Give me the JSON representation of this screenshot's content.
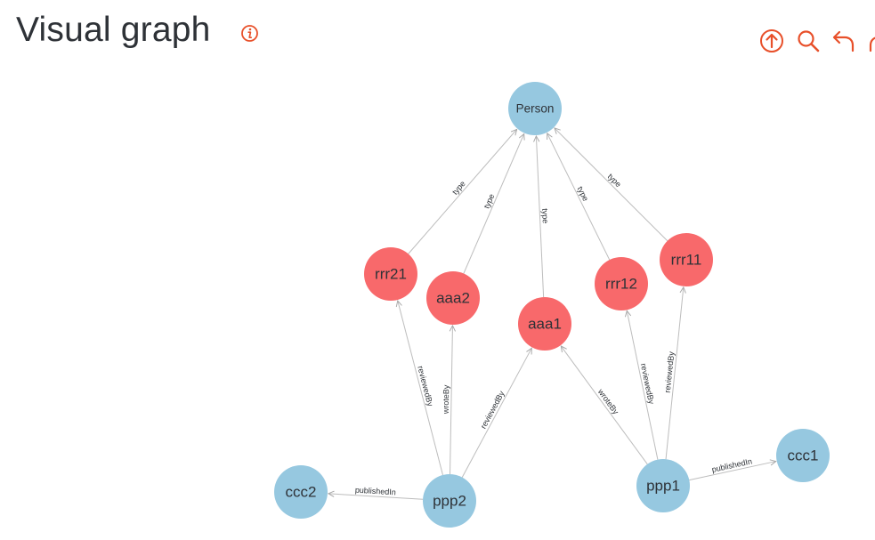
{
  "header": {
    "title": "Visual graph"
  },
  "icons": {
    "info": "info-icon",
    "toolbar": [
      "upload-icon",
      "search-icon",
      "undo-icon",
      "redo-icon"
    ]
  },
  "colors": {
    "accent": "#e8502a",
    "class_node": "#96c8e0",
    "instance_node": "#f8696b",
    "edge": "#bdbdbd"
  },
  "graph": {
    "nodes": [
      {
        "id": "person",
        "label": "Person",
        "kind": "class"
      },
      {
        "id": "rrr21",
        "label": "rrr21",
        "kind": "instance"
      },
      {
        "id": "aaa2",
        "label": "aaa2",
        "kind": "instance"
      },
      {
        "id": "aaa1",
        "label": "aaa1",
        "kind": "instance"
      },
      {
        "id": "rrr12",
        "label": "rrr12",
        "kind": "instance"
      },
      {
        "id": "rrr11",
        "label": "rrr11",
        "kind": "instance"
      },
      {
        "id": "ccc2",
        "label": "ccc2",
        "kind": "class"
      },
      {
        "id": "ppp2",
        "label": "ppp2",
        "kind": "class"
      },
      {
        "id": "ppp1",
        "label": "ppp1",
        "kind": "class"
      },
      {
        "id": "ccc1",
        "label": "ccc1",
        "kind": "class"
      }
    ],
    "edges": [
      {
        "from": "rrr21",
        "to": "person",
        "label": "type"
      },
      {
        "from": "aaa2",
        "to": "person",
        "label": "type"
      },
      {
        "from": "aaa1",
        "to": "person",
        "label": "type"
      },
      {
        "from": "rrr12",
        "to": "person",
        "label": "type"
      },
      {
        "from": "rrr11",
        "to": "person",
        "label": "type"
      },
      {
        "from": "ppp2",
        "to": "rrr21",
        "label": "reviewedBy"
      },
      {
        "from": "ppp2",
        "to": "aaa2",
        "label": "wroteBy"
      },
      {
        "from": "ppp2",
        "to": "aaa1",
        "label": "reviewedBy"
      },
      {
        "from": "ppp2",
        "to": "ccc2",
        "label": "publishedIn"
      },
      {
        "from": "ppp1",
        "to": "aaa1",
        "label": "wroteBy"
      },
      {
        "from": "ppp1",
        "to": "rrr12",
        "label": "reviewedBy"
      },
      {
        "from": "ppp1",
        "to": "rrr11",
        "label": "reviewedBy"
      },
      {
        "from": "ppp1",
        "to": "ccc1",
        "label": "publishedIn"
      }
    ]
  }
}
